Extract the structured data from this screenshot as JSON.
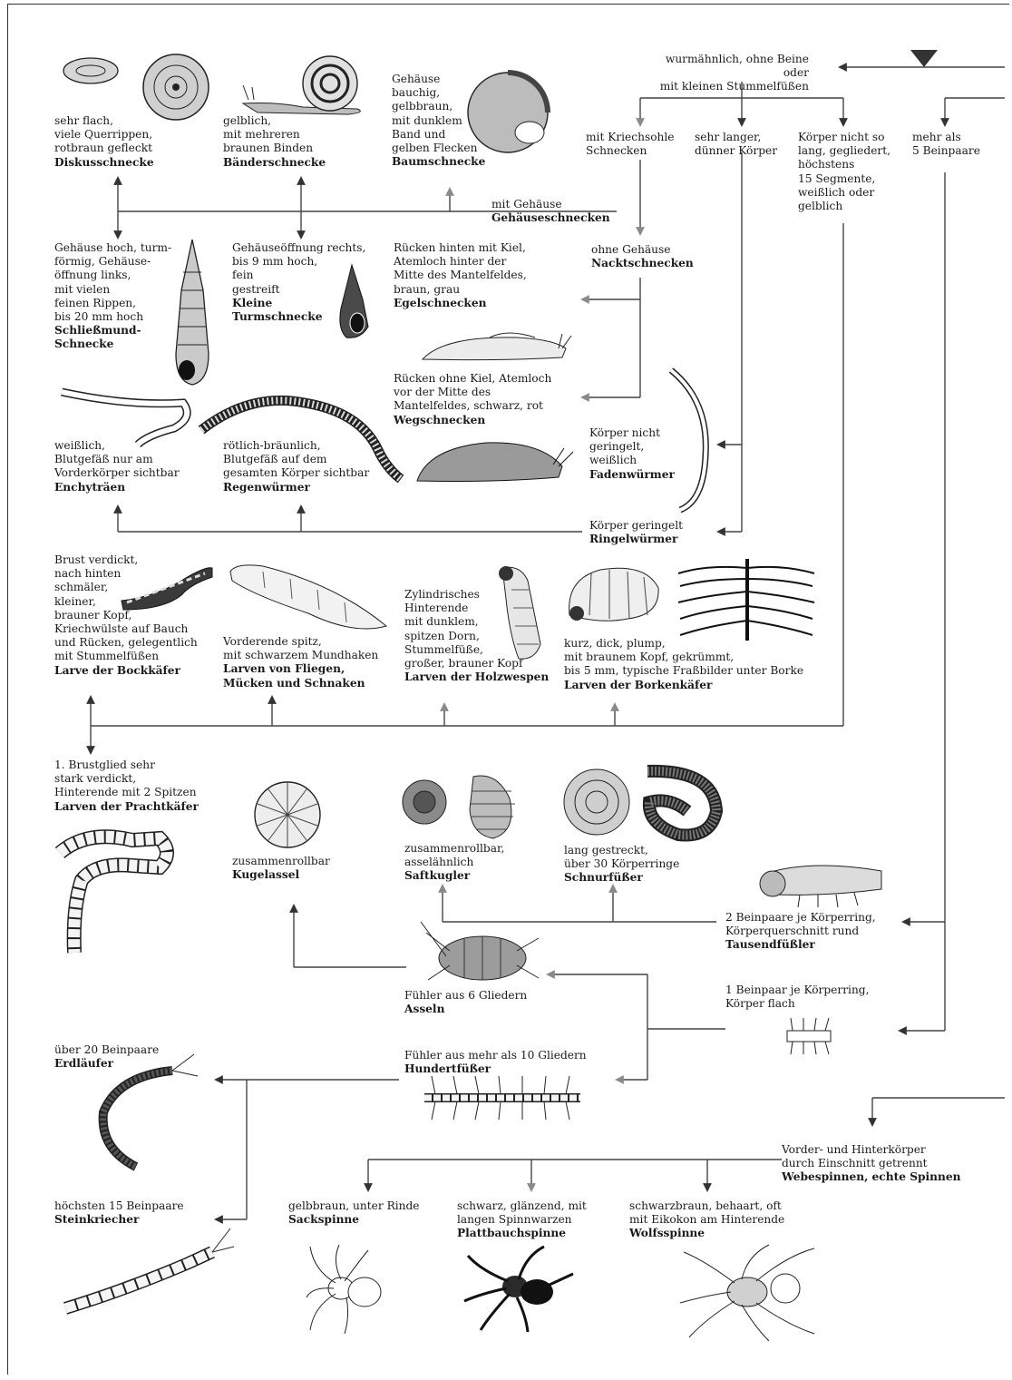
{
  "nodes": {
    "start": {
      "desc": "wurmähnlich, ohne Beine oder\nmit kleinen Stummelfüßen",
      "name": ""
    },
    "kriechsohle": {
      "desc": "mit Kriechsohle\nSchnecken",
      "name": ""
    },
    "sehr_langer": {
      "desc": "sehr langer,\ndünner Körper",
      "name": ""
    },
    "nicht_so_lang": {
      "desc": "Körper nicht so\nlang, gegliedert,\nhöchstens\n15 Segmente,\nweißlich oder\ngelblich",
      "name": ""
    },
    "mehr_als_5": {
      "desc": "mehr als\n5 Beinpaare",
      "name": ""
    },
    "gehaeuse": {
      "desc": "mit Gehäuse",
      "name": "Gehäuseschnecken"
    },
    "ohne_gehaeuse": {
      "desc": "ohne Gehäuse",
      "name": "Nacktschnecken"
    },
    "diskus": {
      "desc": "sehr flach,\nviele Querrippen,\nrotbraun gefleckt",
      "name": "Diskusschnecke"
    },
    "baender": {
      "desc": "gelblich,\nmit mehreren\nbraunen Binden",
      "name": "Bänderschnecke"
    },
    "baum": {
      "desc": "Gehäuse\nbauchig,\ngelbbraun,\nmit dunklem\nBand und\ngelben Flecken",
      "name": "Baumschnecke"
    },
    "schliess": {
      "desc": "Gehäuse hoch, turm-\nförmig, Gehäuse-\nöffnung links,\nmit vielen\nfeinen Rippen,\nbis 20 mm hoch",
      "name": "Schließmund-\nSchnecke"
    },
    "turm": {
      "desc": "Gehäuseöffnung rechts,\nbis 9 mm hoch,\nfein\ngestreift",
      "name": "Kleine\nTurmschnecke"
    },
    "egel": {
      "desc": "Rücken hinten mit Kiel,\nAtemloch hinter der\nMitte des Mantelfeldes,\nbraun, grau",
      "name": "Egelschnecken"
    },
    "weg": {
      "desc": "Rücken ohne Kiel, Atemloch\nvor der Mitte des\nMantelfeldes, schwarz, rot",
      "name": "Wegschnecken"
    },
    "faden": {
      "desc": "Körper nicht\ngeringelt,\nweißlich",
      "name": "Fadenwürmer"
    },
    "ringel": {
      "desc": "Körper geringelt",
      "name": "Ringelwürmer"
    },
    "enchy": {
      "desc": "weißlich,\nBlutgefäß nur am\nVorderkörper sichtbar",
      "name": "Enchyträen"
    },
    "regen": {
      "desc": "rötlich-bräunlich,\nBlutgefäß auf dem\ngesamten Körper sichtbar",
      "name": "Regenwürmer"
    },
    "bock": {
      "desc": "Brust verdickt,\nnach hinten\nschmäler,\nkleiner,\nbrauner Kopf,\nKriechwülste auf Bauch\nund Rücken, gelegentlich\nmit Stummelfüßen",
      "name": "Larve der Bockkäfer"
    },
    "fliegen": {
      "desc": "Vorderende spitz,\nmit schwarzem Mundhaken",
      "name": "Larven von Fliegen,\nMücken und Schnaken"
    },
    "holzwespen": {
      "desc": "Zylindrisches\nHinterende\nmit dunklem,\nspitzen Dorn,\nStummelfüße,\ngroßer, brauner Kopf",
      "name": "Larven der Holzwespen"
    },
    "borken": {
      "desc": "kurz, dick, plump,\nmit braunem Kopf, gekrümmt,\nbis 5 mm, typische  Fraßbilder unter Borke",
      "name": "Larven der Borkenkäfer"
    },
    "pracht": {
      "desc": "1. Brustglied sehr\nstark verdickt,\nHinterende mit 2 Spitzen",
      "name": "Larven der Prachtkäfer"
    },
    "kugelassel": {
      "desc": "zusammenrollbar",
      "name": "Kugelassel"
    },
    "saftkugler": {
      "desc": "zusammenrollbar,\nasselähnlich",
      "name": "Saftkugler"
    },
    "schnur": {
      "desc": "lang gestreckt,\nüber 30 Körperringe",
      "name": "Schnurfüßer"
    },
    "tausend": {
      "desc": "2 Beinpaare je Körperring,\nKörperquerschnitt rund",
      "name": "Tausendfüßler"
    },
    "beinpaar1": {
      "desc": "1 Beinpaar je Körperring,\nKörper flach",
      "name": ""
    },
    "asseln": {
      "desc": "Fühler aus 6 Gliedern",
      "name": "Asseln"
    },
    "hundert": {
      "desc": "Fühler aus mehr als 10 Gliedern",
      "name": "Hundertfüßer"
    },
    "erd": {
      "desc": "über 20 Beinpaare",
      "name": "Erdläufer"
    },
    "stein": {
      "desc": "höchsten 15 Beinpaare",
      "name": "Steinkriecher"
    },
    "webe": {
      "desc": "Vorder- und Hinterkörper\ndurch Einschnitt getrennt",
      "name": "Webespinnen, echte Spinnen"
    },
    "sack": {
      "desc": "gelbbraun, unter Rinde",
      "name": "Sackspinne"
    },
    "platt": {
      "desc": "schwarz, glänzend, mit\nlangen Spinnwarzen",
      "name": "Plattbauchspinne"
    },
    "wolf": {
      "desc": "schwarzbraun, behaart, oft\nmit Eikokon am Hinterende",
      "name": "Wolfsspinne"
    }
  },
  "colors": {
    "ink": "#1a1a1a",
    "arrow_dark": "#3a3a3a",
    "arrow_grey": "#8a8a8a",
    "fill_light": "#e9e9e9",
    "fill_mid": "#b8b8b8"
  }
}
